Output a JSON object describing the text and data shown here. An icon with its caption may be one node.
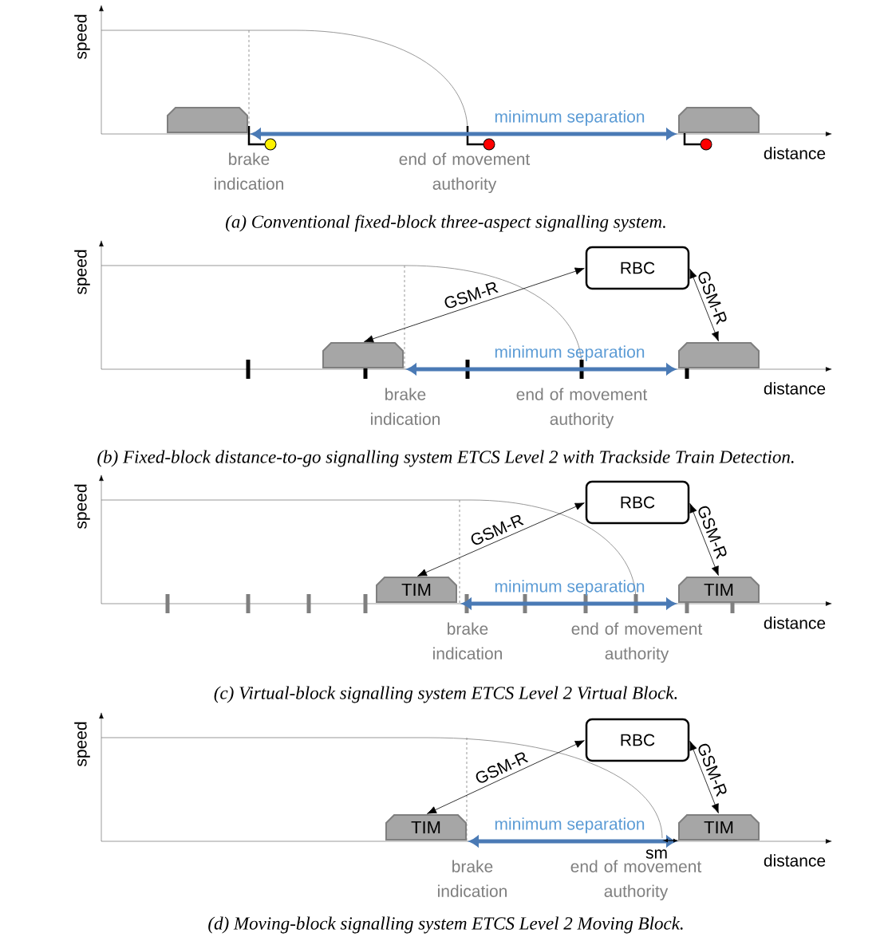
{
  "diagram": {
    "nodes": [
      {
        "text": [],
        "shape": "box"
      },
      {
        "text": [],
        "shape": "box"
      },
      {
        "text": [
          "RBC"
        ]
      },
      {
        "text": [],
        "shape": "box"
      },
      {
        "text": [],
        "shape": "box"
      },
      {
        "text": [
          "RBC"
        ]
      },
      {
        "text": [
          "TIM"
        ]
      },
      {
        "text": [
          "TIM"
        ]
      },
      {
        "text": [
          "RBC"
        ]
      },
      {
        "text": [
          "TIM"
        ]
      },
      {
        "text": [
          "TIM"
        ]
      }
    ],
    "edges": [
      {
        "from": 2,
        "to": 3,
        "arrow": "both",
        "label": "GSM-R"
      },
      {
        "from": 2,
        "to": 4,
        "arrow": "both",
        "label": "GSM-R"
      },
      {
        "from": 5,
        "to": 6,
        "arrow": "both",
        "label": "GSM-R"
      },
      {
        "from": 5,
        "to": 7,
        "arrow": "both",
        "label": "GSM-R"
      },
      {
        "from": 8,
        "to": 9,
        "arrow": "both",
        "label": "GSM-R"
      },
      {
        "from": 8,
        "to": 10,
        "arrow": "both",
        "label": "GSM-R"
      }
    ],
    "labels": [
      "speed",
      "minimum separation",
      "distance",
      "brake indication",
      "end of movement authority",
      "(a) Conventional fixed-block three-aspect signalling system.",
      "speed",
      "minimum separation",
      "distance",
      "brake indication",
      "end of movement authority",
      "(b) Fixed-block distance-to-go signalling system ETCS Level 2 with Trackside Train Detection.",
      "speed",
      "minimum separation",
      "distance",
      "brake indication",
      "end of movement authority",
      "(c) Virtual-block signalling system ETCS Level 2 Virtual Block.",
      "speed",
      "minimum separation",
      "sm",
      "distance",
      "brake indication",
      "end of movement authority",
      "(d) Moving-block signalling system ETCS Level 2 Moving Block."
    ]
  }
}
